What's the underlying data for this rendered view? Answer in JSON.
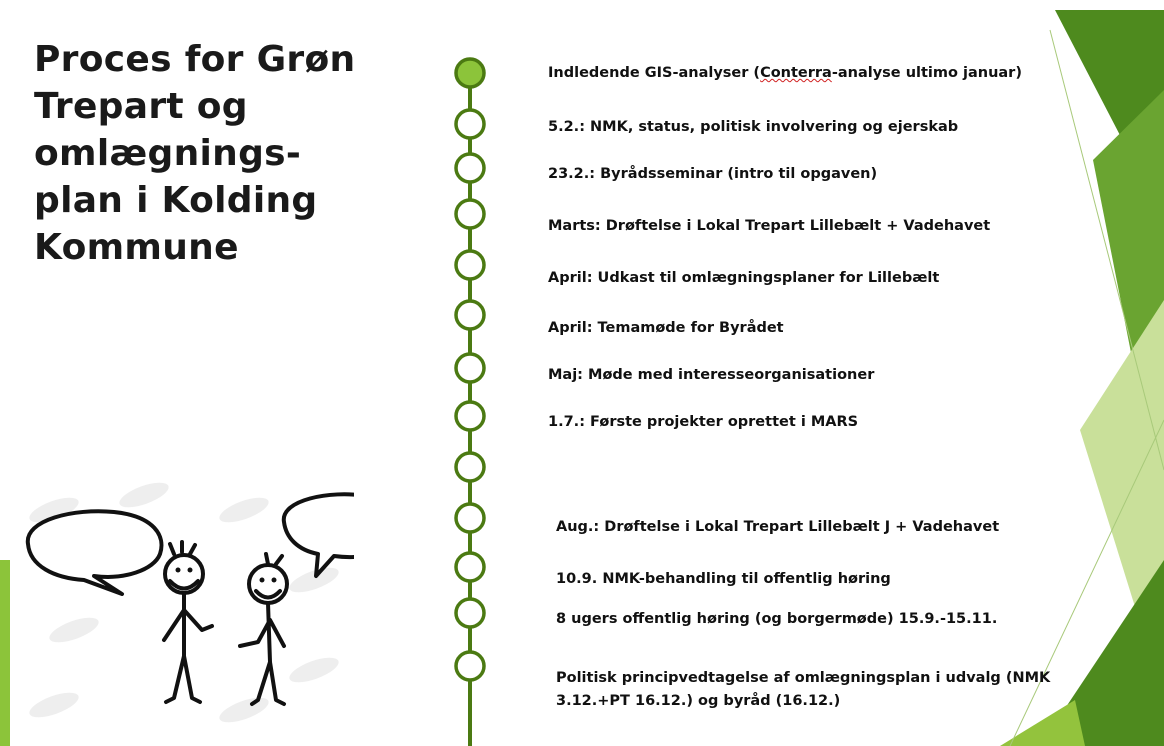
{
  "slide": {
    "title_lines": [
      "Proces for Grøn",
      "Trepart og",
      "omlægnings-",
      "plan i Kolding",
      "Kommune"
    ],
    "accent_colors": {
      "dark_green": "#4e8a1e",
      "mid_green": "#6aa431",
      "light_green": "#93c33d",
      "pale_green": "#c9e09a",
      "timeline_green": "#4b7a12",
      "active_node": "#8cc43a"
    },
    "illustration": "two-stick-figures-with-speech-bubbles",
    "timeline": {
      "items": [
        {
          "prefix": "Indledende GIS-analyser (",
          "marked": "Conterra",
          "suffix": "-analyse ultimo januar)"
        },
        {
          "text": "5.2.: NMK, status, politisk involvering og ejerskab"
        },
        {
          "text": "23.2.: Byrådsseminar (intro til opgaven)"
        },
        {
          "text": "Marts: Drøftelse i Lokal Trepart Lillebælt + Vadehavet"
        },
        {
          "text": "April: Udkast til omlægningsplaner for Lillebælt"
        },
        {
          "text": "April: Temamøde for Byrådet"
        },
        {
          "text": "Maj: Møde med interesseorganisationer"
        },
        {
          "text": "1.7.: Første projekter oprettet i MARS"
        },
        {
          "text": "Aug.: Drøftelse i Lokal Trepart Lillebælt J + Vadehavet"
        },
        {
          "text": "10.9. NMK-behandling til offentlig høring"
        },
        {
          "text": "8 ugers offentlig høring (og borgermøde) 15.9.-15.11."
        },
        {
          "text": "Politisk principvedtagelse af omlægningsplan i udvalg (NMK 3.12.+PT 16.12.) og byråd (16.12.)"
        }
      ]
    }
  }
}
